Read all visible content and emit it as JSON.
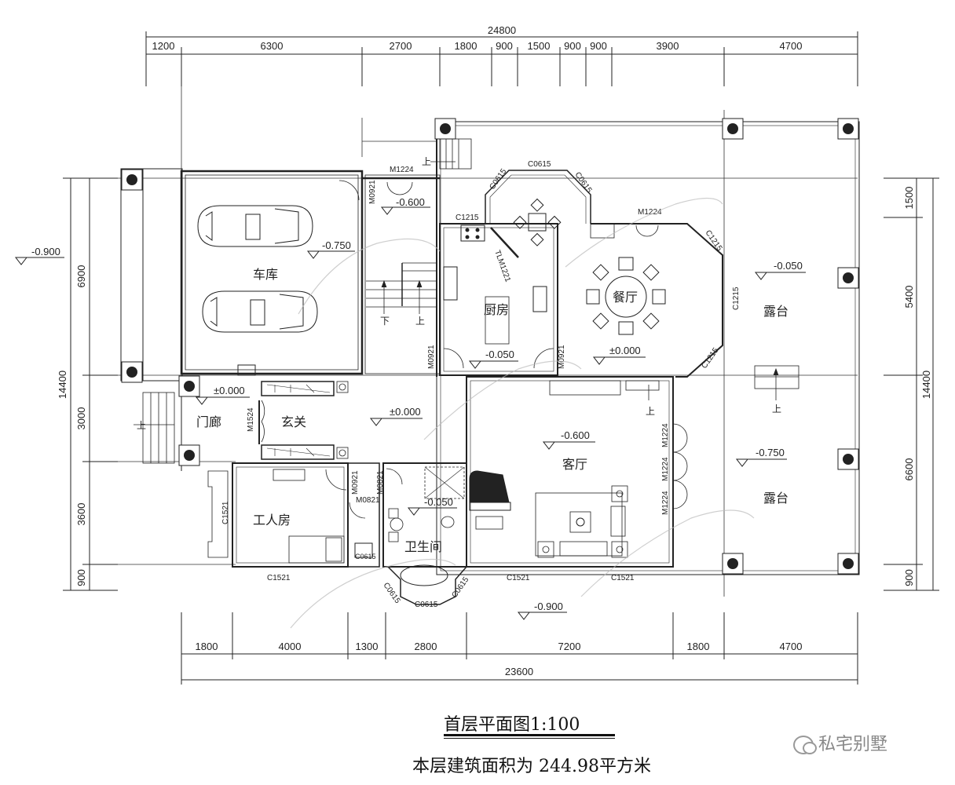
{
  "drawing": {
    "title": "首层平面图1:100",
    "area_note": "本层建筑面积为 244.98平方米",
    "watermark_brand": "私宅别墅",
    "watermark_icon": "wechat-icon"
  },
  "dimensions": {
    "top_total": "24800",
    "top_segments": [
      "1200",
      "6300",
      "2700",
      "1800",
      "900",
      "1500",
      "900",
      "900",
      "3900",
      "4700"
    ],
    "bottom_total": "23600",
    "bottom_segments": [
      "1800",
      "4000",
      "1300",
      "2800",
      "7200",
      "1800",
      "4700"
    ],
    "left_total": "14400",
    "left_segments": [
      "6900",
      "3000",
      "3600",
      "900"
    ],
    "right_total": "14400",
    "right_segments": [
      "1500",
      "5400",
      "6600",
      "900"
    ]
  },
  "rooms": {
    "garage": "车库",
    "porch": "门廊",
    "foyer": "玄关",
    "kitchen": "厨房",
    "dining": "餐厅",
    "living": "客厅",
    "servant": "工人房",
    "bathroom": "卫生间",
    "terrace_upper": "露台",
    "terrace_lower": "露台"
  },
  "elevations": {
    "outside_left": "-0.900",
    "garage": "-0.750",
    "hall_north": "-0.600",
    "porch": "±0.000",
    "foyer_hall": "±0.000",
    "kitchen": "-0.050",
    "dining": "±0.000",
    "living": "-0.600",
    "bathroom": "-0.050",
    "terrace_upper": "-0.050",
    "terrace_lower": "-0.750",
    "outside_bottom": "-0.900"
  },
  "openings": {
    "door_m1224_north": "M1224",
    "door_m0921_garage": "M0921",
    "window_c1215_kitchen": "C1215",
    "window_c0615_top": "C0615",
    "window_c0615_left": "C0615",
    "window_c0615_right": "C0615",
    "door_tlm1221": "TLM1221",
    "door_m1224_dining": "M1224",
    "window_c1215_ne": "C1215",
    "window_c1215_e": "C1215",
    "window_c1215_se": "C1215",
    "door_m0921_kitchen_l": "M0921",
    "door_m0921_kitchen_r": "M0921",
    "door_m1524": "M1524",
    "door_m0921_servant": "M0921",
    "door_m0821_a": "M0821",
    "door_m0821_b": "M0821",
    "window_c1521_servant_w": "C1521",
    "window_c1521_servant_s": "C1521",
    "window_c0615_small": "C0615",
    "window_c0615_bay_l": "C0615",
    "window_c0615_bay_b": "C0615",
    "window_c0615_bay_r": "C0615",
    "window_c1521_living_l": "C1521",
    "window_c1521_living_r": "C1521",
    "door_m1224_living_1": "M1224",
    "door_m1224_living_2": "M1224",
    "door_m1224_living_3": "M1224"
  },
  "stairs": {
    "up": "上",
    "down": "下"
  }
}
